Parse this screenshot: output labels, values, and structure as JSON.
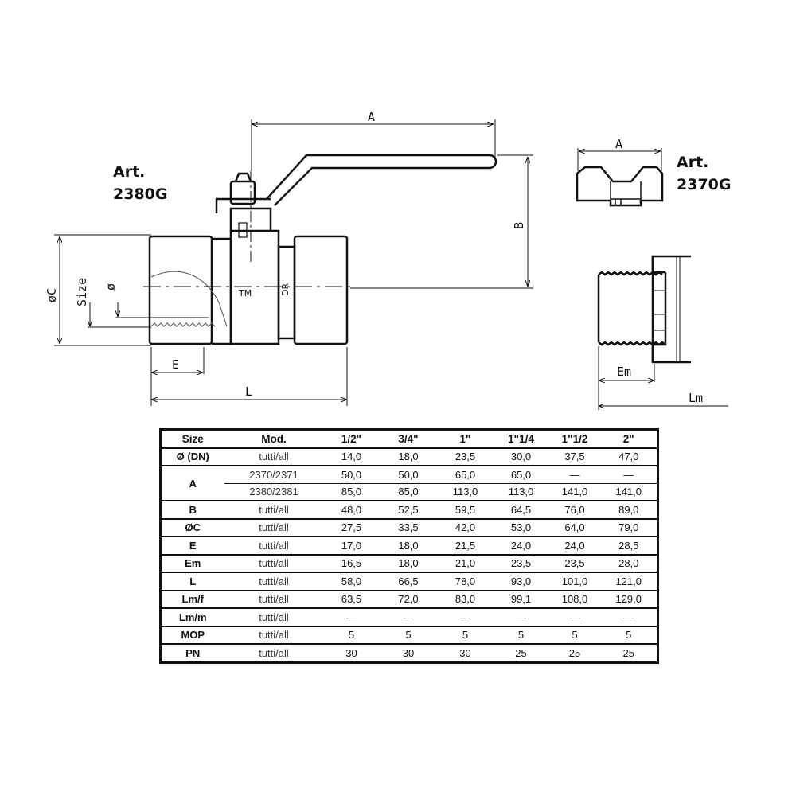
{
  "drawing": {
    "art_main": {
      "line1": "Art.",
      "line2": "2380G"
    },
    "art_side": {
      "line1": "Art.",
      "line2": "2370G"
    },
    "dims": {
      "A": "A",
      "B": "B",
      "C": "øC",
      "size": "Size",
      "phi": "ø",
      "E": "E",
      "L": "L",
      "A2": "A",
      "Em": "Em",
      "Lm": "Lm"
    },
    "body_marks": {
      "logo": "TM",
      "dr": "DR"
    }
  },
  "table": {
    "headers": [
      "Size",
      "Mod.",
      "1/2\"",
      "3/4\"",
      "1\"",
      "1\"1/4",
      "1\"1/2",
      "2\""
    ],
    "rows": [
      {
        "label": "Ø (DN)",
        "mod": "tutti/all",
        "values": [
          "14,0",
          "18,0",
          "23,5",
          "30,0",
          "37,5",
          "47,0"
        ]
      },
      {
        "label": "A",
        "mod": "2370/2371",
        "values": [
          "50,0",
          "50,0",
          "65,0",
          "65,0",
          "—",
          "—"
        ],
        "sub": {
          "mod": "2380/2381",
          "values": [
            "85,0",
            "85,0",
            "113,0",
            "113,0",
            "141,0",
            "141,0"
          ]
        }
      },
      {
        "label": "B",
        "mod": "tutti/all",
        "values": [
          "48,0",
          "52,5",
          "59,5",
          "64,5",
          "76,0",
          "89,0"
        ]
      },
      {
        "label": "ØC",
        "mod": "tutti/all",
        "values": [
          "27,5",
          "33,5",
          "42,0",
          "53,0",
          "64,0",
          "79,0"
        ]
      },
      {
        "label": "E",
        "mod": "tutti/all",
        "values": [
          "17,0",
          "18,0",
          "21,5",
          "24,0",
          "24,0",
          "28,5"
        ]
      },
      {
        "label": "Em",
        "mod": "tutti/all",
        "values": [
          "16,5",
          "18,0",
          "21,0",
          "23,5",
          "23,5",
          "28,0"
        ]
      },
      {
        "label": "L",
        "mod": "tutti/all",
        "values": [
          "58,0",
          "66,5",
          "78,0",
          "93,0",
          "101,0",
          "121,0"
        ]
      },
      {
        "label": "Lm/f",
        "mod": "tutti/all",
        "values": [
          "63,5",
          "72,0",
          "83,0",
          "99,1",
          "108,0",
          "129,0"
        ]
      },
      {
        "label": "Lm/m",
        "mod": "tutti/all",
        "values": [
          "—",
          "—",
          "—",
          "—",
          "—",
          "—"
        ]
      },
      {
        "label": "MOP",
        "mod": "tutti/all",
        "values": [
          "5",
          "5",
          "5",
          "5",
          "5",
          "5"
        ]
      },
      {
        "label": "PN",
        "mod": "tutti/all",
        "values": [
          "30",
          "30",
          "30",
          "25",
          "25",
          "25"
        ]
      }
    ]
  }
}
